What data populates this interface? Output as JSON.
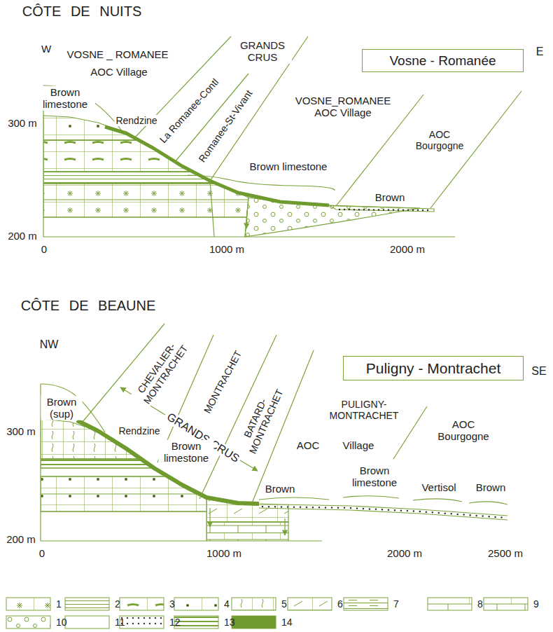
{
  "diagram": {
    "nodes": [
      {
        "text": [
          "Vosne - Romanée"
        ]
      },
      {
        "text": [
          "Puligny - Montrachet"
        ]
      }
    ],
    "labels": [
      "CÔTE DE NUITS",
      "W",
      "E",
      "VOSNE _ ROMANEE",
      "AOC Village",
      "GRANDS CRUS",
      "Brown limestone",
      "Rendzine",
      "La Romanee-Contl",
      "Romanee-St-Vivant",
      "VOSNE_ROMANEE AOC Village",
      "AOC Bourgogne",
      "Brown limestone",
      "Brown",
      "300 m",
      "200 m",
      "0",
      "1000 m",
      "2000 m",
      "CÔTE DE BEAUNE",
      "NW",
      "SE",
      "Brown (sup)",
      "CHEVALIER- MONTRACHET",
      "MONTRACHET",
      "Rendzine",
      "GRANDS CRUS",
      "Brown limestone",
      "BATARD- MONTRACHET",
      "PULIGNY- MONTRACHET",
      "AOC",
      "Village",
      "AOC Bourgogne",
      "Brown",
      "Brown limestone",
      "Vertisol",
      "Brown",
      "300 m",
      "200 m",
      "0",
      "1000 m",
      "2000 m",
      "2500 m"
    ],
    "legend": [
      {
        "text": "1"
      },
      {
        "text": "2"
      },
      {
        "text": "3"
      },
      {
        "text": "4"
      },
      {
        "text": "5"
      },
      {
        "text": "6"
      },
      {
        "text": "7"
      },
      {
        "text": "8"
      },
      {
        "text": "9"
      },
      {
        "text": "10"
      },
      {
        "text": "11"
      },
      {
        "text": "12"
      },
      {
        "text": "13"
      },
      {
        "text": "14",
        "color": "#6f9a2e"
      }
    ]
  }
}
